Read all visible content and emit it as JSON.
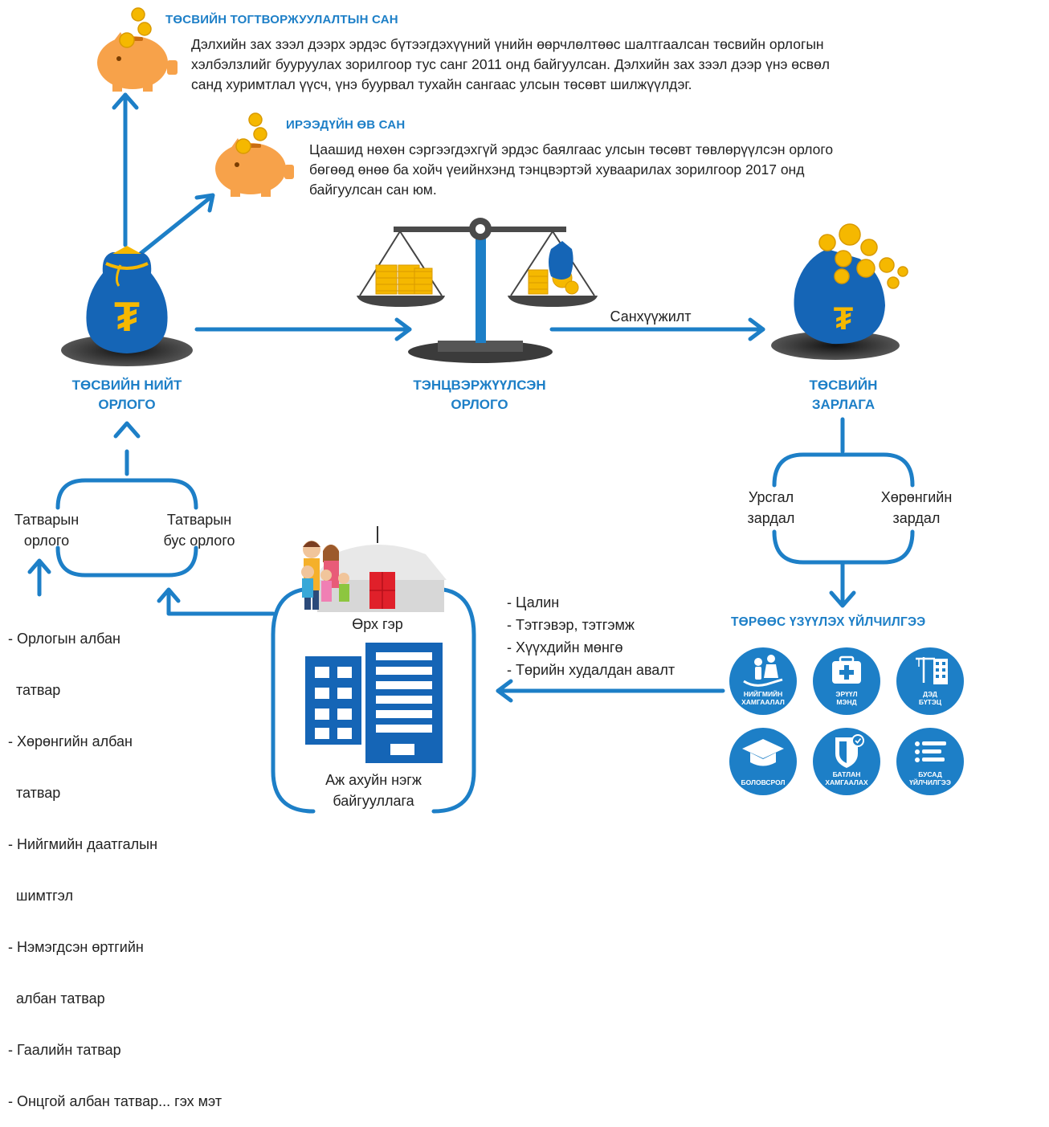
{
  "stabilization_fund": {
    "title": "ТӨСВИЙН ТОГТВОРЖУУЛАЛТЫН САН",
    "description": [
      "Дэлхийн зах зээл дээрх эрдэс бүтээгдэхүүний үнийн өөрчлөлтөөс шалтгаалсан төсвийн орлогын",
      "хэлбэлзлийг бууруулах зорилгоор тус санг 2011 онд байгуулсан. Дэлхийн зах зээл дээр үнэ өсвөл",
      "санд хуримтлал үүсч, үнэ буурвал тухайн сангаас улсын төсөвт шилжүүлдэг."
    ]
  },
  "future_fund": {
    "title": "ИРЭЭДҮЙН ӨВ САН",
    "description": [
      "Цаашид нөхөн сэргээгдэхгүй эрдэс баялгаас улсын төсөвт төвлөрүүлсэн орлого",
      "бөгөөд өнөө ба хойч үеийнхэнд тэнцвэртэй хуваарилах зорилгоор 2017 онд",
      "байгуулсан сан юм."
    ]
  },
  "total_revenue": {
    "lines": [
      "ТӨСВИЙН НИЙТ",
      "ОРЛОГО"
    ]
  },
  "balanced_revenue": {
    "lines": [
      "ТЭНЦВЭРЖҮҮЛСЭН",
      "ОРЛОГО"
    ]
  },
  "expenditure": {
    "lines": [
      "ТӨСВИЙН",
      "ЗАРЛАГА"
    ]
  },
  "financing_label": "Санхүүжилт",
  "tax_revenue": [
    "Татварын",
    "орлого"
  ],
  "non_tax_revenue": [
    "Татварын",
    "бус орлого"
  ],
  "current_expense": [
    "Урсгал",
    "зардал"
  ],
  "capital_expense": [
    "Хөрөнгийн",
    "зардал"
  ],
  "tax_list": [
    "- Орлогын албан",
    "  татвар",
    "- Хөрөнгийн албан",
    "  татвар",
    "- Нийгмийн даатгалын",
    "  шимтгэл",
    "- Нэмэгдсэн өртгийн",
    "  албан татвар",
    "- Гаалийн татвар",
    "- Онцгой албан татвар... гэх мэт"
  ],
  "household_label": "Өрх гэр",
  "business_label": [
    "Аж ахуйн нэгж",
    "байгууллага"
  ],
  "transfers_list": [
    "- Цалин",
    "- Тэтгэвэр, тэтгэмж",
    "- Хүүхдийн мөнгө",
    "- Төрийн худалдан авалт"
  ],
  "services_title": "ТӨРӨӨС ҮЗҮҮЛЭХ ҮЙЛЧИЛГЭЭ",
  "services": [
    {
      "name": "social",
      "lines": [
        "НИЙГМИЙН",
        "ХАМГААЛАЛ"
      ]
    },
    {
      "name": "health",
      "lines": [
        "ЭРҮҮЛ",
        "МЭНД"
      ]
    },
    {
      "name": "infrastructure",
      "lines": [
        "ДЭД",
        "БҮТЭЦ"
      ]
    },
    {
      "name": "education",
      "lines": [
        "БОЛОВСРОЛ"
      ]
    },
    {
      "name": "defense",
      "lines": [
        "БАТЛАН",
        "ХАМГААЛАХ"
      ]
    },
    {
      "name": "other",
      "lines": [
        "БУСАД",
        "ҮЙЛЧИЛГЭЭ"
      ]
    }
  ],
  "colors": {
    "primary": "#1d7fc7",
    "dark_blue": "#0f5fa6",
    "gold": "#f5b800",
    "orange": "#f7a24a",
    "gray": "#3b3b3b"
  },
  "icons": [
    "piggy-bank-icon",
    "coin-icon",
    "money-bag-icon",
    "balance-scale-icon",
    "coin-stack-icon",
    "yurt-icon",
    "family-icon",
    "building-icon"
  ]
}
